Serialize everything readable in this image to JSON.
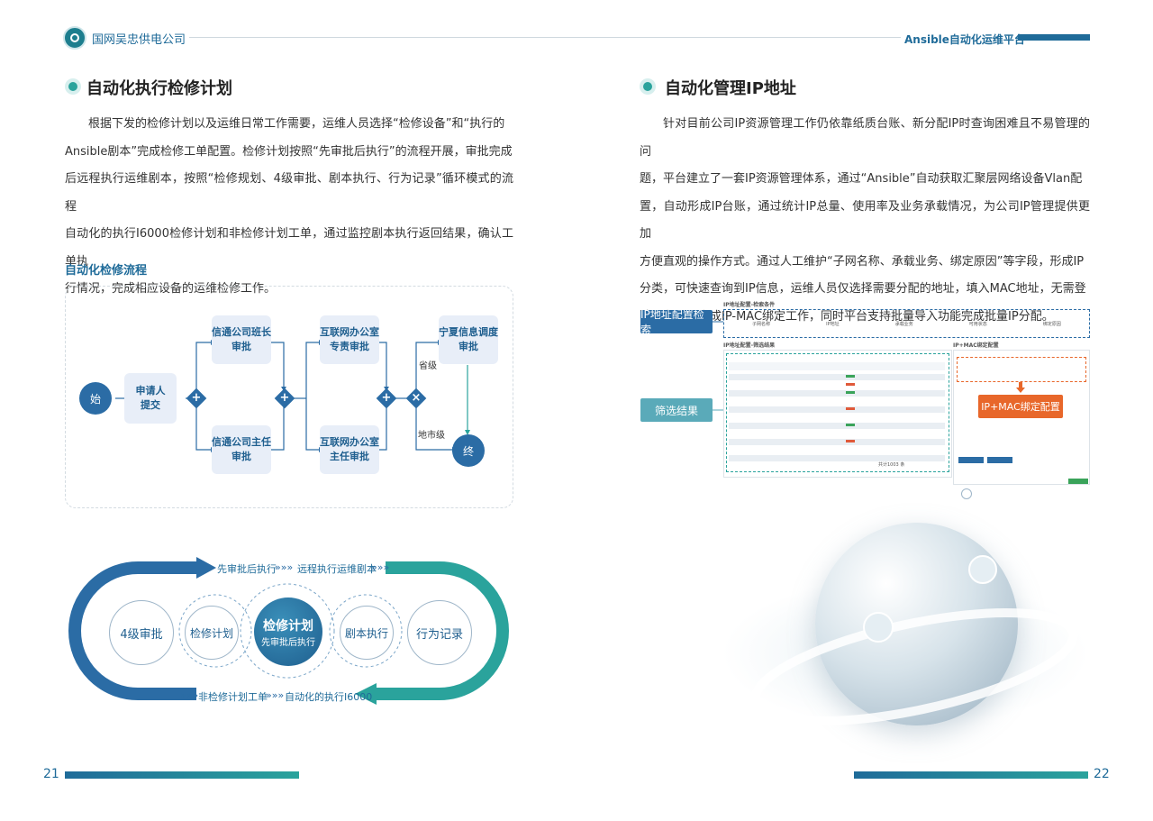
{
  "header": {
    "company": "国网吴忠供电公司",
    "platform": "Ansible自动化运维平台"
  },
  "left": {
    "section_title": "自动化执行检修计划",
    "paragraph": [
      "根据下发的检修计划以及运维日常工作需要，运维人员选择“检修设备”和“执行的",
      "Ansible剧本”完成检修工单配置。检修计划按照“先审批后执行”的流程开展，审批完成",
      "后远程执行运维剧本，按照“检修规划、4级审批、剧本执行、行为记录”循环模式的流程",
      "自动化的执行I6000检修计划和非检修计划工单，通过监控剧本执行返回结果，确认工单执",
      "行情况，完成相应设备的运维检修工作。"
    ],
    "flow_title": "自动化检修流程",
    "flow": {
      "start": "始",
      "applicant": "申请人\n提交",
      "branch_upper_1": "信通公司班长\n审批",
      "branch_lower_1": "信通公司主任\n审批",
      "branch_upper_2": "互联网办公室\n专责审批",
      "branch_lower_2": "互联网办公室\n主任审批",
      "ningxia": "宁夏信息调度\n审批",
      "label_province": "省级",
      "label_city": "地市级",
      "end": "终",
      "plus": "+",
      "cross": "×"
    },
    "loop": {
      "top_text_1": "先审批后执行",
      "top_text_2": "远程执行运维剧本",
      "bottom_text_1": "非检修计划工单",
      "bottom_text_2": "自动化的执行I6000",
      "stage_1": "4级审批",
      "stage_2": "检修计划",
      "center_title": "检修计划",
      "center_sub": "先审批后执行",
      "stage_3": "剧本执行",
      "stage_4": "行为记录",
      "arrows": "»»»"
    },
    "page_number": "21"
  },
  "right": {
    "section_title": "自动化管理IP地址",
    "paragraph": [
      "针对目前公司IP资源管理工作仍依靠纸质台账、新分配IP时查询困难且不易管理的问",
      "题，平台建立了一套IP资源管理体系，通过“Ansible”自动获取汇聚层网络设备Vlan配",
      "置，自动形成IP台账，通过统计IP总量、使用率及业务承载情况，为公司IP管理提供更加",
      "方便直观的操作方式。通过人工维护“子网名称、承载业务、绑定原因”等字段，形成IP",
      "分类，可快速查询到IP信息，运维人员仅选择需要分配的地址，填入MAC地址，无需登",
      "陆设备即可完成IP-MAC绑定工作，同时平台支持批量导入功能完成批量IP分配。"
    ],
    "screenshot": {
      "search_label": "IP地址配置检索",
      "result_label": "筛选结果",
      "bind_label": "IP+MAC绑定配置",
      "search_header": "IP地址配置-检索条件",
      "result_header": "IP地址配置-筛选结果",
      "bind_header": "IP+MAC绑定配置",
      "filters": [
        "子网名称",
        "IP地址",
        "承载业务",
        "可用状态",
        "绑定原因"
      ],
      "pager": "共计1003 条"
    },
    "page_number": "22"
  }
}
